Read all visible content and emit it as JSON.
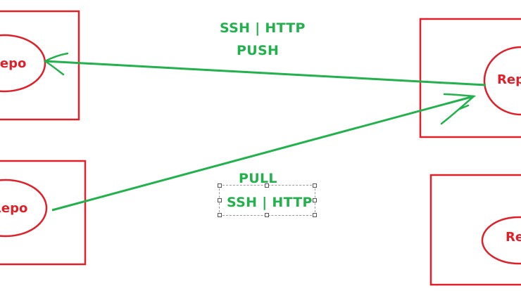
{
  "nodes": {
    "top_left_repo": "Repo",
    "bottom_left_repo": "Repo",
    "top_right_repo": "Repo",
    "bottom_right_repo": "Re"
  },
  "labels": {
    "push_protocol": "SSH | HTTP",
    "push_action": "PUSH",
    "pull_action": "PULL",
    "pull_protocol": "SSH | HTTP"
  },
  "colors": {
    "box": "#e02028",
    "arrow": "#22b14c"
  }
}
